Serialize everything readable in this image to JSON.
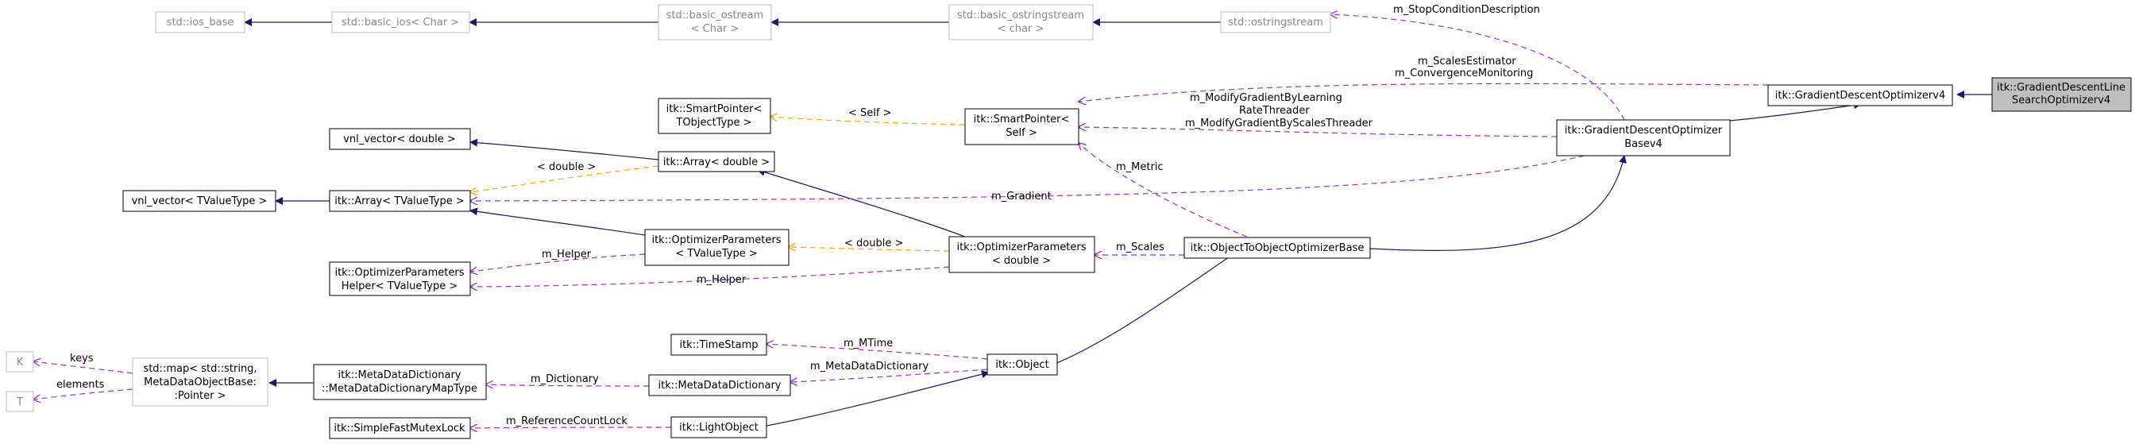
{
  "nodes": {
    "gdls": {
      "lines": [
        "itk::GradientDescentLine",
        "SearchOptimizerv4"
      ]
    },
    "gdo": {
      "lines": [
        "itk::GradientDescentOptimizerv4"
      ]
    },
    "gdob": {
      "lines": [
        "itk::GradientDescentOptimizer",
        "Basev4"
      ]
    },
    "otoob": {
      "lines": [
        "itk::ObjectToObjectOptimizerBase"
      ]
    },
    "obj": {
      "lines": [
        "itk::Object"
      ]
    },
    "lo": {
      "lines": [
        "itk::LightObject"
      ]
    },
    "ts": {
      "lines": [
        "itk::TimeStamp"
      ]
    },
    "mdd": {
      "lines": [
        "itk::MetaDataDictionary"
      ]
    },
    "mddmap": {
      "lines": [
        "itk::MetaDataDictionary",
        "::MetaDataDictionaryMapType"
      ]
    },
    "stdmap": {
      "lines": [
        "std::map< std::string,",
        "MetaDataObjectBase:",
        ":Pointer >"
      ]
    },
    "k": {
      "lines": [
        "K"
      ]
    },
    "t": {
      "lines": [
        "T"
      ]
    },
    "sfml": {
      "lines": [
        "itk::SimpleFastMutexLock"
      ]
    },
    "opd": {
      "lines": [
        "itk::OptimizerParameters",
        "< double >"
      ]
    },
    "optv": {
      "lines": [
        "itk::OptimizerParameters",
        "< TValueType >"
      ]
    },
    "oph": {
      "lines": [
        "itk::OptimizerParameters",
        "Helper< TValueType >"
      ]
    },
    "arrd": {
      "lines": [
        "itk::Array< double >"
      ]
    },
    "arrt": {
      "lines": [
        "itk::Array< TValueType >"
      ]
    },
    "vnld": {
      "lines": [
        "vnl_vector< double >"
      ]
    },
    "vnlt": {
      "lines": [
        "vnl_vector< TValueType >"
      ]
    },
    "spself": {
      "lines": [
        "itk::SmartPointer<",
        "Self >"
      ]
    },
    "spt": {
      "lines": [
        "itk::SmartPointer<",
        "TObjectType >"
      ]
    },
    "oss": {
      "lines": [
        "std::ostringstream"
      ]
    },
    "bos": {
      "lines": [
        "std::basic_ostringstream",
        "< char >"
      ]
    },
    "bo": {
      "lines": [
        "std::basic_ostream",
        "< Char >"
      ]
    },
    "bios": {
      "lines": [
        "std::basic_ios< Char >"
      ]
    },
    "iosb": {
      "lines": [
        "std::ios_base"
      ]
    }
  },
  "edge_labels": {
    "stop": "m_StopConditionDescription",
    "scales_est": [
      "m_ScalesEstimator",
      "m_ConvergenceMonitoring"
    ],
    "modify": [
      "m_ModifyGradientByLearning",
      "RateThreader",
      "m_ModifyGradientByScalesThreader"
    ],
    "self": "< Self >",
    "double1": "< double >",
    "gradient": "m_Gradient",
    "metric": "m_Metric",
    "double2": "< double >",
    "scales": "m_Scales",
    "helper1": "m_Helper",
    "helper2": "m_Helper",
    "mtime": "m_MTime",
    "mdd": "m_MetaDataDictionary",
    "dictionary": "m_Dictionary",
    "keys": "keys",
    "elements": "elements",
    "refcount": "m_ReferenceCountLock"
  },
  "colors": {
    "inheritance": "#191970",
    "usage": "#9a32cd",
    "template": "#ffa500",
    "highlight_fill": "#bfbfbf",
    "gray_border": "#bfbfbf",
    "gray_text": "#888888"
  }
}
